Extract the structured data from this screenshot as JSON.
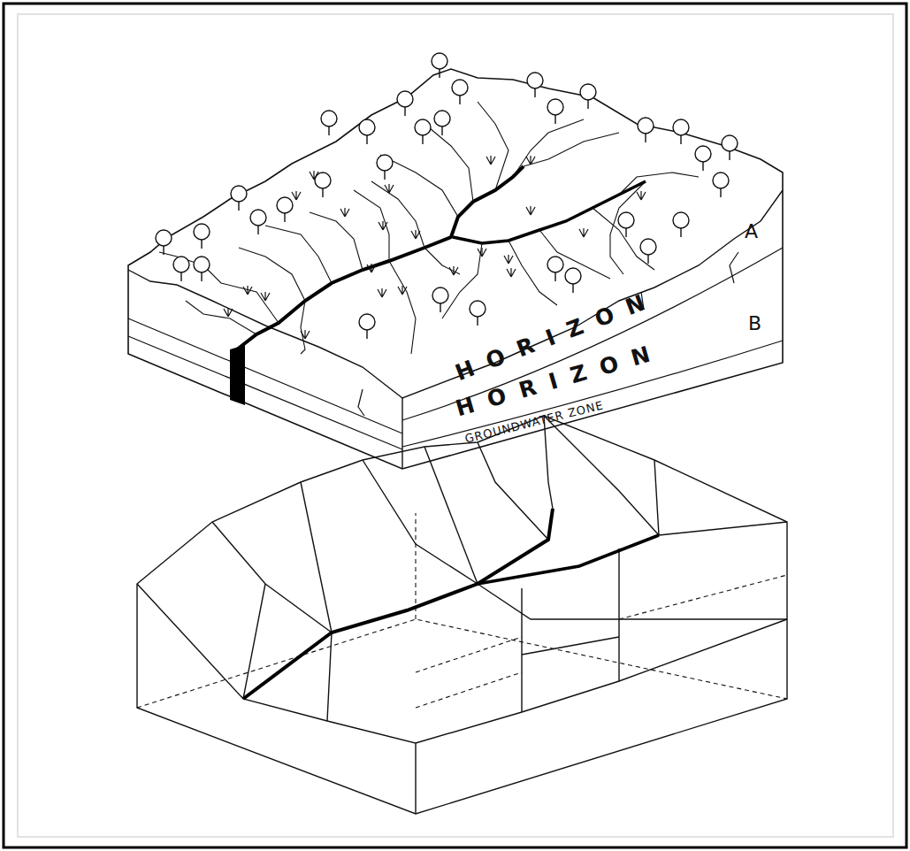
{
  "diagram": {
    "labels": [
      "A",
      "HORIZON",
      "B",
      "HORIZON",
      "GROUNDWATER ZONE"
    ]
  }
}
